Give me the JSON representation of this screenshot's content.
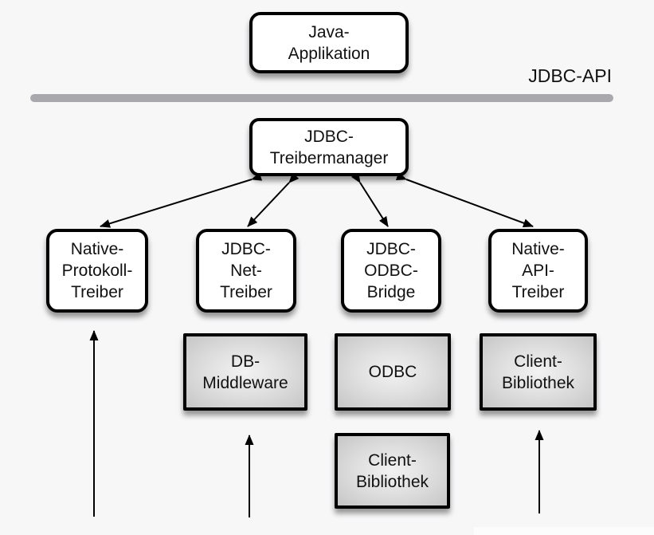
{
  "api_label": "JDBC-API",
  "colors": {
    "background": "#f7f7f8",
    "box_border": "#000000",
    "white_box_fill": "#ffffff",
    "gray_box_light": "#f2f2f2",
    "gray_box_dark": "#c6c6c6",
    "separator_bar": "#a9a9ad",
    "arrow": "#000000"
  },
  "nodes": {
    "java_app": {
      "lines": [
        "Java-",
        "Applikation"
      ]
    },
    "treibermanager": {
      "lines": [
        "JDBC-",
        "Treibermanager"
      ]
    },
    "native_protokoll": {
      "lines": [
        "Native-",
        "Protokoll-",
        "Treiber"
      ]
    },
    "jdbc_net": {
      "lines": [
        "JDBC-",
        "Net-",
        "Treiber"
      ]
    },
    "jdbc_odbc": {
      "lines": [
        "JDBC-",
        "ODBC-",
        "Bridge"
      ]
    },
    "native_api": {
      "lines": [
        "Native-",
        "API-",
        "Treiber"
      ]
    },
    "db_middleware": {
      "lines": [
        "DB-",
        "Middleware"
      ]
    },
    "odbc": {
      "lines": [
        "ODBC"
      ]
    },
    "client_bibliothek_unten": {
      "lines": [
        "Client-",
        "Bibliothek"
      ]
    },
    "client_bibliothek_rechts": {
      "lines": [
        "Client-",
        "Bibliothek"
      ]
    }
  }
}
